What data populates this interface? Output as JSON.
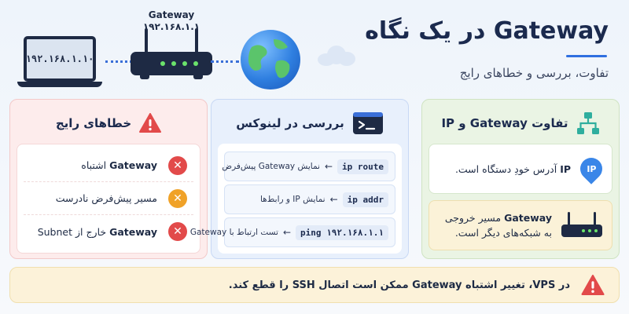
{
  "header": {
    "title": "Gateway در یک نگاه",
    "subtitle": "تفاوت، بررسی و خطاهای رایج",
    "laptop_ip": "۱۹۲.۱۶۸.۱.۱۰",
    "gateway_name": "Gateway",
    "gateway_ip": "۱۹۲.۱۶۸.۱.۱"
  },
  "errors_panel": {
    "title": "خطاهای رایج",
    "items": [
      {
        "bold": "Gateway",
        "text": " اشتباه",
        "color": "#e24a4a"
      },
      {
        "bold": "",
        "text": "مسیر پیش‌فرض نادرست",
        "color": "#f0a228"
      },
      {
        "bold": "Gateway",
        "text": " خارج از Subnet",
        "color": "#e24a4a"
      }
    ]
  },
  "linux_panel": {
    "title": "بررسی در لینوکس",
    "commands": [
      {
        "code": "ip route",
        "desc": "نمایش Gateway پیش‌فرض"
      },
      {
        "code": "ip addr",
        "desc": "نمایش IP و رابط‌ها"
      },
      {
        "code": "ping ۱۹۲.۱۶۸.۱.۱",
        "desc": "تست ارتباط با Gateway"
      }
    ],
    "arrow": "←"
  },
  "diff_panel": {
    "title": "تفاوت Gateway و IP",
    "ip_badge": "IP",
    "ip_card": {
      "bold": "IP",
      "text": " آدرس خودِ دستگاه است."
    },
    "gw_card": {
      "bold": "Gateway",
      "line1": " مسیر خروجی",
      "line2": "به شبکه‌های دیگر است."
    }
  },
  "footer": {
    "text": "در VPS، تغییر اشتباه Gateway ممکن است اتصال SSH را قطع کند."
  },
  "colors": {
    "accent": "#2f6fe0",
    "danger": "#e24a4a",
    "warning": "#f0a228",
    "navy": "#1e2a44"
  },
  "icons": {
    "errors": "warning-triangle-icon",
    "linux": "terminal-icon",
    "diff": "network-tree-icon",
    "footer": "warning-triangle-icon"
  }
}
